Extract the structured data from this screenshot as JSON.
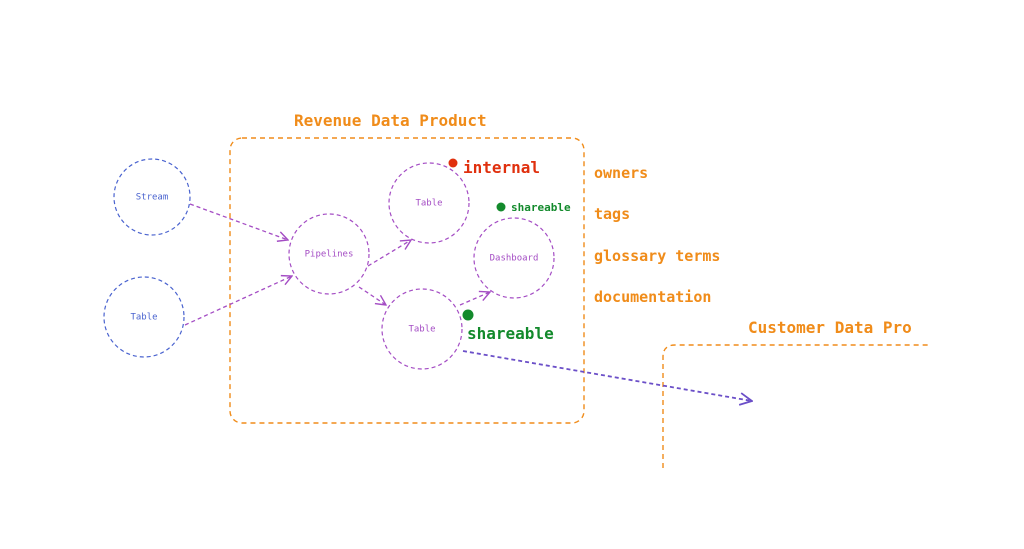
{
  "revenue_product": {
    "title": "Revenue Data Product"
  },
  "customer_product": {
    "title": "Customer Data Pro"
  },
  "external_nodes": {
    "stream": "Stream",
    "table": "Table"
  },
  "internal_nodes": {
    "pipelines": "Pipelines",
    "table_top": "Table",
    "table_bottom": "Table",
    "dashboard": "Dashboard"
  },
  "tags": {
    "internal": "internal",
    "shareable_small": "shareable",
    "shareable_large": "shareable"
  },
  "metadata": {
    "items": [
      "owners",
      "tags",
      "glossary terms",
      "documentation"
    ]
  },
  "colors": {
    "orange": "#f08c1a",
    "purple": "#a44dc4",
    "blue": "#4a63cf",
    "red": "#e0300e",
    "green": "#138a2c",
    "arrow_dark": "#6b4fc8"
  }
}
